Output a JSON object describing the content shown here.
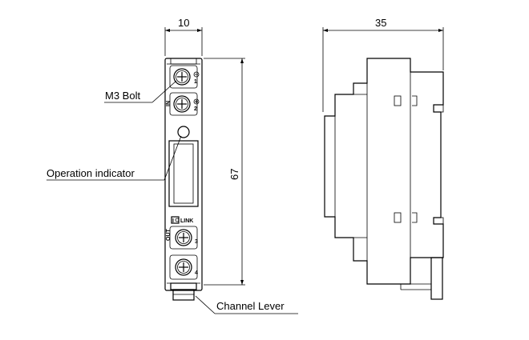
{
  "dimensions": {
    "width_front": "10",
    "width_side": "35",
    "height": "67"
  },
  "callouts": {
    "m3_bolt": "M3 Bolt",
    "operation_indicator": "Operation indicator",
    "channel_lever": "Channel Lever"
  },
  "terminals": {
    "t1": "1",
    "t2": "2",
    "t3": "3",
    "t4": "4",
    "in_label": "IN",
    "out_label": "OUT"
  },
  "logo": {
    "text": "LINK"
  }
}
